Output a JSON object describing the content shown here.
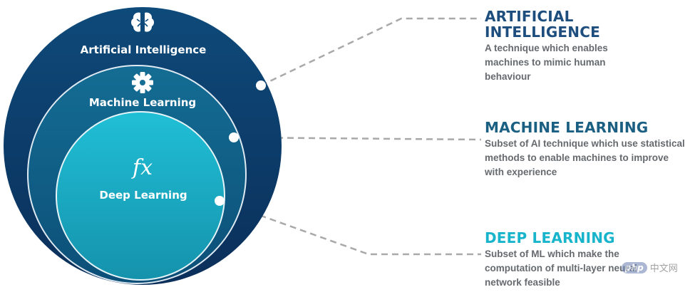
{
  "colors": {
    "ai": "#0d3c6e",
    "ml": "#0f5d85",
    "dl": "#1fb0c8",
    "connector": "#a9a9a9",
    "ai_title": "#1d4e7e",
    "ml_title": "#1b5f82",
    "dl_title": "#18b4cc",
    "description": "#666a6e"
  },
  "circles": {
    "ai": {
      "label": "Artificial Intelligence",
      "icon": "brain-icon"
    },
    "ml": {
      "label": "Machine Learning",
      "icon": "gear-icon"
    },
    "dl": {
      "label": "Deep Learning",
      "icon": "function-icon",
      "icon_text": "fx"
    }
  },
  "descriptions": {
    "ai": {
      "title": "ARTIFICIAL INTELLIGENCE",
      "text": "A technique which enables machines to mimic human behaviour"
    },
    "ml": {
      "title": "MACHINE LEARNING",
      "text": "Subset of AI technique which use statistical methods to enable machines to improve with experience"
    },
    "dl": {
      "title": "DEEP LEARNING",
      "text": "Subset of ML which make the computation of multi-layer neural network feasible"
    }
  },
  "watermark": {
    "badge": "php",
    "text": "中文网",
    "icon": "php-logo-icon"
  }
}
